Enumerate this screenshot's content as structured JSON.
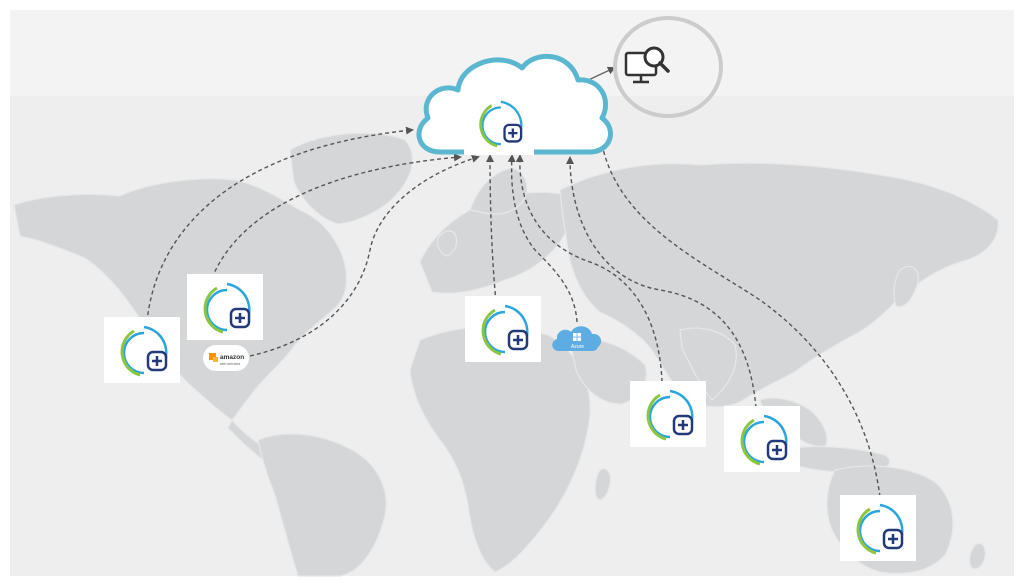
{
  "diagram": {
    "background": {
      "frame_color": "#eeeeee",
      "header_color": "#f3f3f3",
      "map_color": "#d4d6d8",
      "map_line_color": "#e6e7e8"
    },
    "colors": {
      "cloud_stroke": "#5ab7cf",
      "connector": "#555555",
      "ring_blue": "#2aa6dc",
      "ring_green": "#8cc63f",
      "plus_navy": "#233a7a",
      "monitor_ring": "#cccccc",
      "aws_orange": "#f79400",
      "azure_blue": "#5dade2"
    },
    "central_cloud": {
      "icon": "cloud-icon",
      "logo": "health-plus-logo-icon"
    },
    "monitor_node": {
      "icon": "monitor-magnifier-icon"
    },
    "provider_badges": [
      {
        "id": "aws",
        "icon": "aws-logo-icon",
        "text": "amazon",
        "subtext": "web services"
      },
      {
        "id": "azure",
        "icon": "azure-cloud-icon",
        "text": "Azure"
      }
    ],
    "site_nodes": [
      {
        "id": "west-north-america",
        "icon": "health-plus-logo-icon"
      },
      {
        "id": "east-north-america",
        "icon": "health-plus-logo-icon"
      },
      {
        "id": "europe",
        "icon": "health-plus-logo-icon"
      },
      {
        "id": "middle-east",
        "icon": "health-plus-logo-icon"
      },
      {
        "id": "south-asia",
        "icon": "health-plus-logo-icon"
      },
      {
        "id": "australia",
        "icon": "health-plus-logo-icon"
      }
    ]
  }
}
